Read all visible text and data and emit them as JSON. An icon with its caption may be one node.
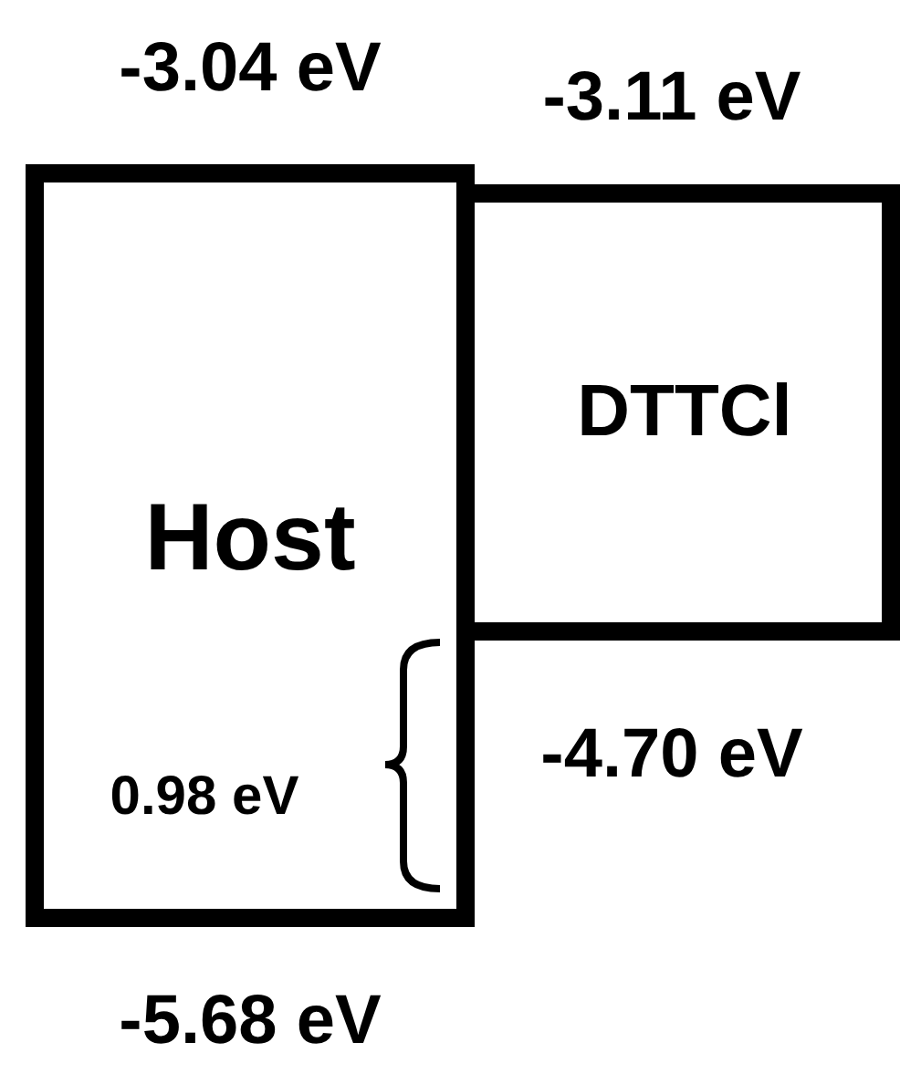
{
  "diagram": {
    "nodes": [
      {
        "text": [
          "Host"
        ],
        "beside": [
          "-3.04 eV",
          "-5.68 eV"
        ]
      },
      {
        "text": [
          "DTTCl"
        ],
        "beside": [
          "-3.11 eV",
          "-4.70 eV"
        ]
      }
    ],
    "labels": [
      "0.98 eV"
    ]
  }
}
